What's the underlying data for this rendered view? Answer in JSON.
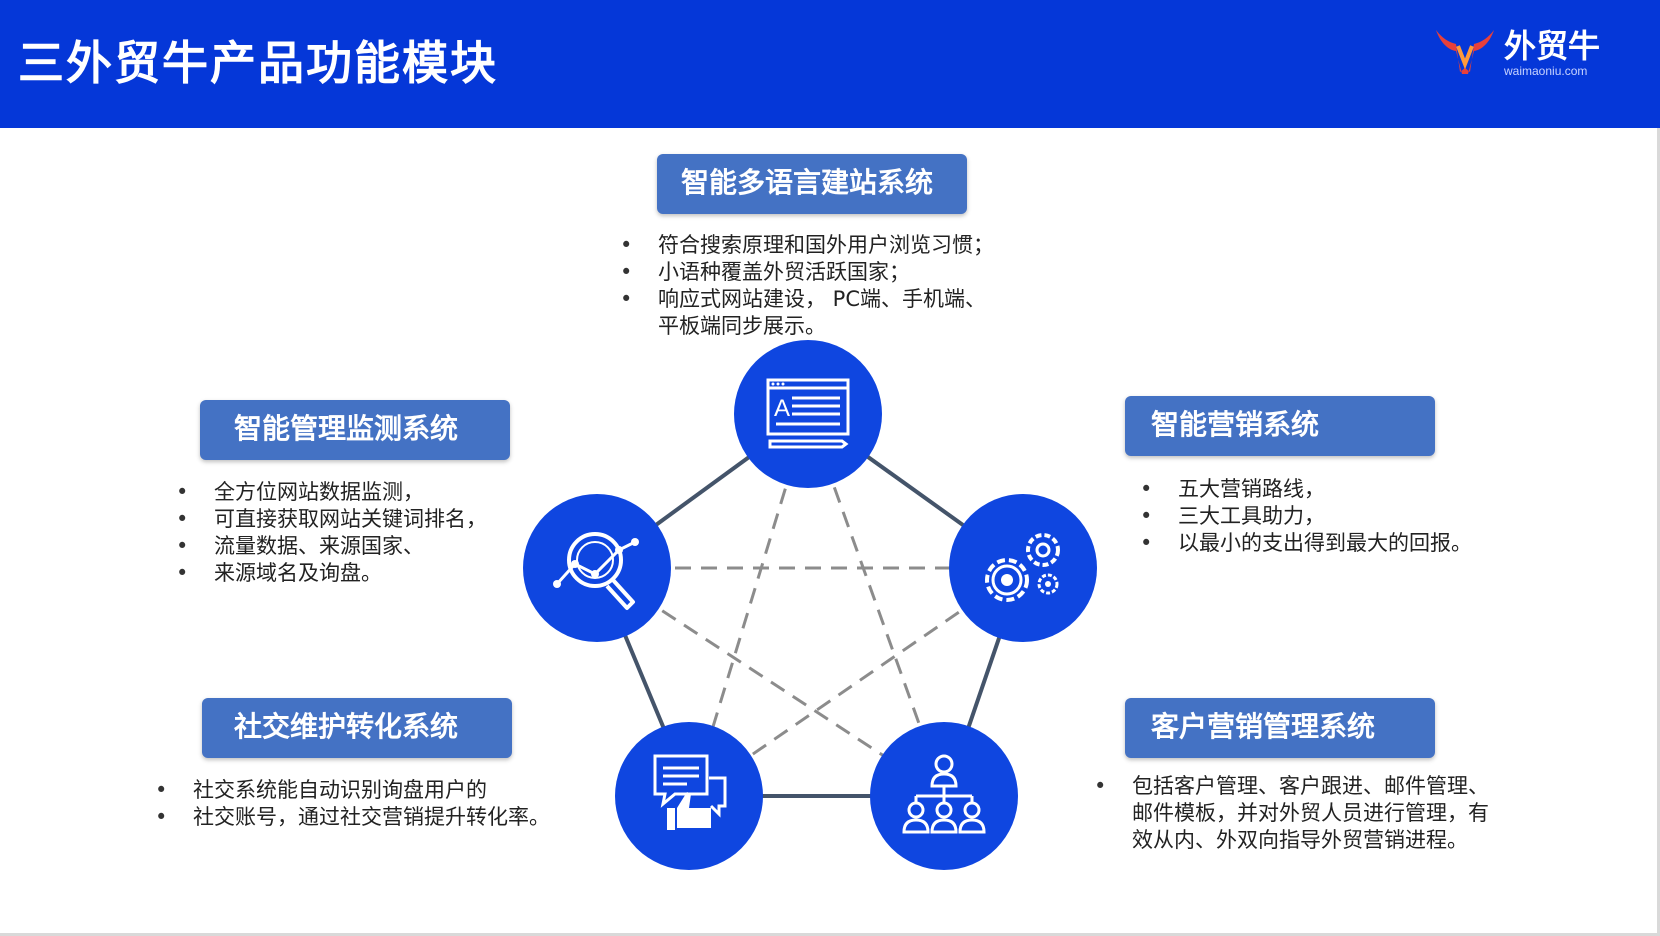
{
  "header": {
    "title": "三外贸牛产品功能模块",
    "logo_cn": "外贸牛",
    "logo_en": "waimaoniu.com"
  },
  "colors": {
    "header_bg": "#0537d8",
    "label_bg": "#4472c4",
    "node_bg": "#0f46e0",
    "solid_edge": "#44546a",
    "dashed_edge": "#8c8c8c"
  },
  "modules": {
    "website": {
      "label": "智能多语言建站系统",
      "icon": "website-editor-icon",
      "bullets": [
        "符合搜索原理和国外用户浏览习惯；",
        "小语种覆盖外贸活跃国家；",
        "响应式网站建设， PC端、手机端、",
        "平板端同步展示。"
      ]
    },
    "monitoring": {
      "label": "智能管理监测系统",
      "icon": "analytics-magnifier-icon",
      "bullets": [
        "全方位网站数据监测，",
        "可直接获取网站关键词排名，",
        "流量数据、来源国家、",
        "来源域名及询盘。"
      ]
    },
    "marketing": {
      "label": "智能营销系统",
      "icon": "gears-icon",
      "bullets": [
        "五大营销路线，",
        "三大工具助力，",
        "以最小的支出得到最大的回报。"
      ]
    },
    "social": {
      "label": "社交维护转化系统",
      "icon": "chat-thumbs-up-icon",
      "bullets": [
        "社交系统能自动识别询盘用户的",
        "社交账号，通过社交营销提升转化率。"
      ]
    },
    "customer": {
      "label": "客户营销管理系统",
      "icon": "org-chart-icon",
      "bullets": [
        "包括客户管理、客户跟进、邮件管理、",
        "邮件模板，并对外贸人员进行管理，有",
        "效从内、外双向指导外贸营销进程。"
      ]
    }
  }
}
